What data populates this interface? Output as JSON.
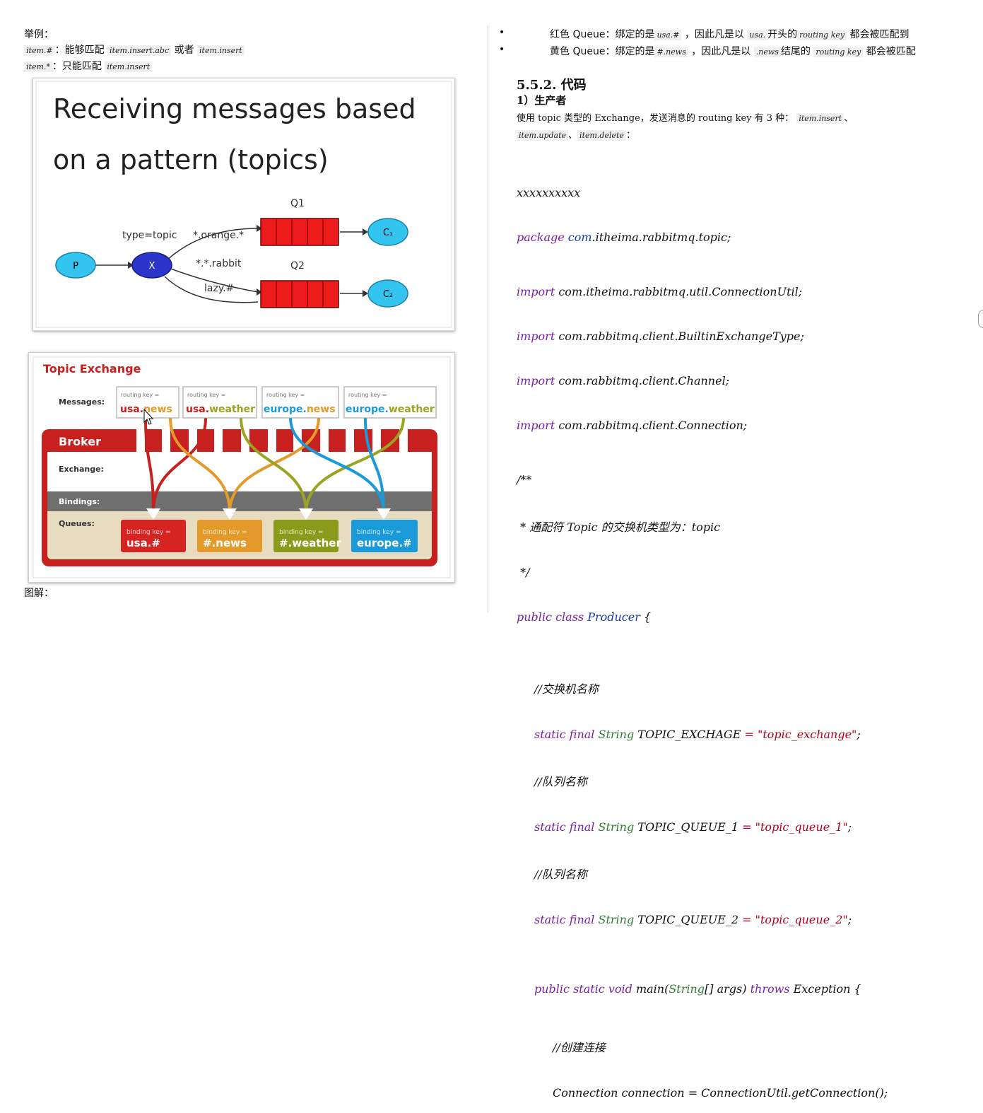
{
  "left": {
    "example_label": "举例：",
    "line1": {
      "code": "item.#",
      "sep": "：能够匹配",
      "code2": "item.insert.abc",
      "mid": "或者",
      "code3": "item.insert"
    },
    "line2": {
      "code": "item.*",
      "sep": "：只能匹配",
      "code2": "item.insert"
    },
    "caption": "图解："
  },
  "fig1": {
    "title_line1": "Receiving messages based",
    "title_line2": "on a pattern (topics)",
    "p": "P",
    "x": "X",
    "type_label": "type=topic",
    "route1": "*.orange.*",
    "route2": "*.*.rabbit",
    "route3": "lazy.#",
    "q1": "Q1",
    "q2": "Q2",
    "c1": "C₁",
    "c2": "C₂"
  },
  "fig2": {
    "title": "Topic Exchange",
    "messages_label": "Messages:",
    "broker": "Broker",
    "exchange_label": "Exchange:",
    "bindings_label": "Bindings:",
    "queues_label": "Queues:",
    "rk_prefix": "routing key =",
    "bk_prefix": "binding key =",
    "messages": [
      {
        "a": "usa.",
        "b": "news"
      },
      {
        "a": "usa.",
        "b": "weather"
      },
      {
        "a": "europe.",
        "b": "news"
      },
      {
        "a": "europe.",
        "b": "weather"
      }
    ],
    "queues": [
      "usa.#",
      "#.news",
      "#.weather",
      "europe.#"
    ],
    "colors": {
      "red": "#c8201e",
      "orange": "#e39a2a",
      "olive": "#9aa322",
      "blue": "#1a9ad8"
    }
  },
  "right": {
    "bullet1": {
      "pre": "红色 Queue：绑定的是",
      "code": "usa.#",
      "mid": "，因此凡是以",
      "code2": "usa.",
      "mid2": "开头的",
      "code3": "routing key",
      "post": "都会被匹配到"
    },
    "bullet2": {
      "pre": "黄色 Queue：绑定的是",
      "code": "#.news",
      "mid": "，因此凡是以",
      "code2": ".news",
      "mid2": "结尾的",
      "code3": "routing key",
      "post": "都会被匹配"
    },
    "section": "5.5.2. 代码",
    "sub": "1）生产者",
    "desc": "使用 topic 类型的 Exchange，发送消息的 routing key 有 3 种：",
    "desc_code1": "item.insert",
    "desc_code2": "item.update",
    "desc_code3": "item.delete",
    "sep1": "、",
    "sep2": "、",
    "sep3": "、",
    "end": "：",
    "code": {
      "x": "xxxxxxxxxx",
      "package_kw": "package",
      "package_com": "com",
      "package_rest": ".itheima.rabbitmq.topic;",
      "import_kw": "import",
      "imports": [
        "com.itheima.rabbitmq.util.ConnectionUtil;",
        "com.rabbitmq.client.BuiltinExchangeType;",
        "com.rabbitmq.client.Channel;",
        "com.rabbitmq.client.Connection;"
      ],
      "doc1": "/**",
      "doc2": " * 通配符 Topic 的交换机类型为：topic",
      "doc3": " */",
      "class_kw": "public class",
      "class_name": "Producer",
      "class_brace": " {",
      "c1": "//交换机名称",
      "c2": "//队列名称",
      "c3": "//队列名称",
      "sf": "static final",
      "string": "String",
      "f1": " TOPIC_EXCHAGE ",
      "v1": "\"topic_exchange\"",
      "f2": " TOPIC_QUEUE_1 ",
      "v2": "\"topic_queue_1\"",
      "f3": " TOPIC_QUEUE_2 ",
      "v3": "\"topic_queue_2\"",
      "eq": "=",
      "semi": ";",
      "main_kw": "public static void",
      "main_name": " main(",
      "main_args": "[] args) ",
      "throws": "throws",
      "exc": " Exception {",
      "c4": "//创建连接",
      "conn": "Connection connection = ConnectionUtil.getConnection();"
    }
  }
}
